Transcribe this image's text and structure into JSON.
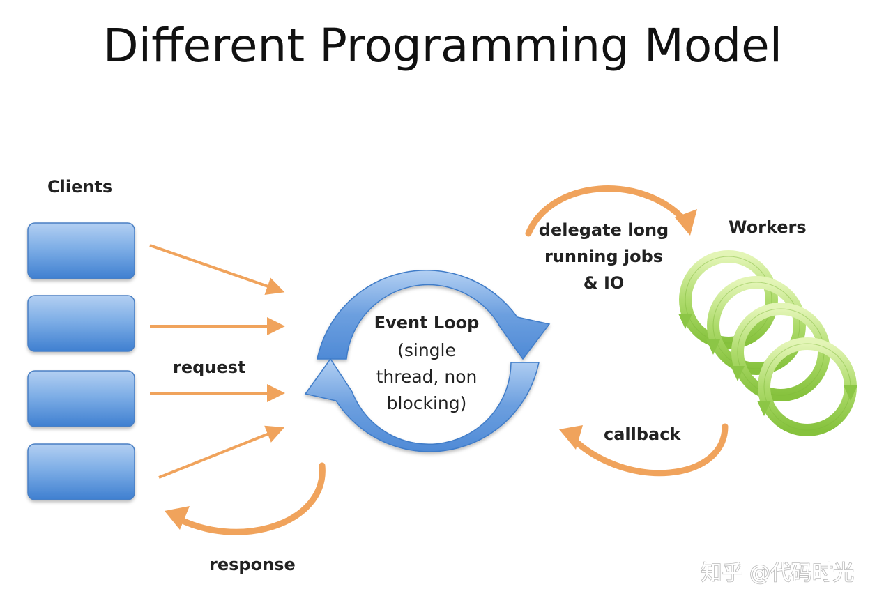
{
  "title": "Different Programming Model",
  "labels": {
    "clients": "Clients",
    "workers": "Workers",
    "request": "request",
    "response": "response",
    "callback": "callback",
    "delegate": [
      "delegate long",
      "running jobs",
      "& IO"
    ],
    "event_loop_title": "Event Loop",
    "event_loop_desc": [
      "(single",
      "thread, non",
      "blocking)"
    ]
  },
  "watermark": "知乎 @代码时光",
  "colors": {
    "client_box_top": "#a9c8f0",
    "client_box_bottom": "#3f7fd0",
    "loop_light": "#a7c7f0",
    "loop_dark": "#3d7ccc",
    "worker_light": "#d8efa6",
    "worker_dark": "#86c23d",
    "arrow_orange": "#f0a35c"
  }
}
